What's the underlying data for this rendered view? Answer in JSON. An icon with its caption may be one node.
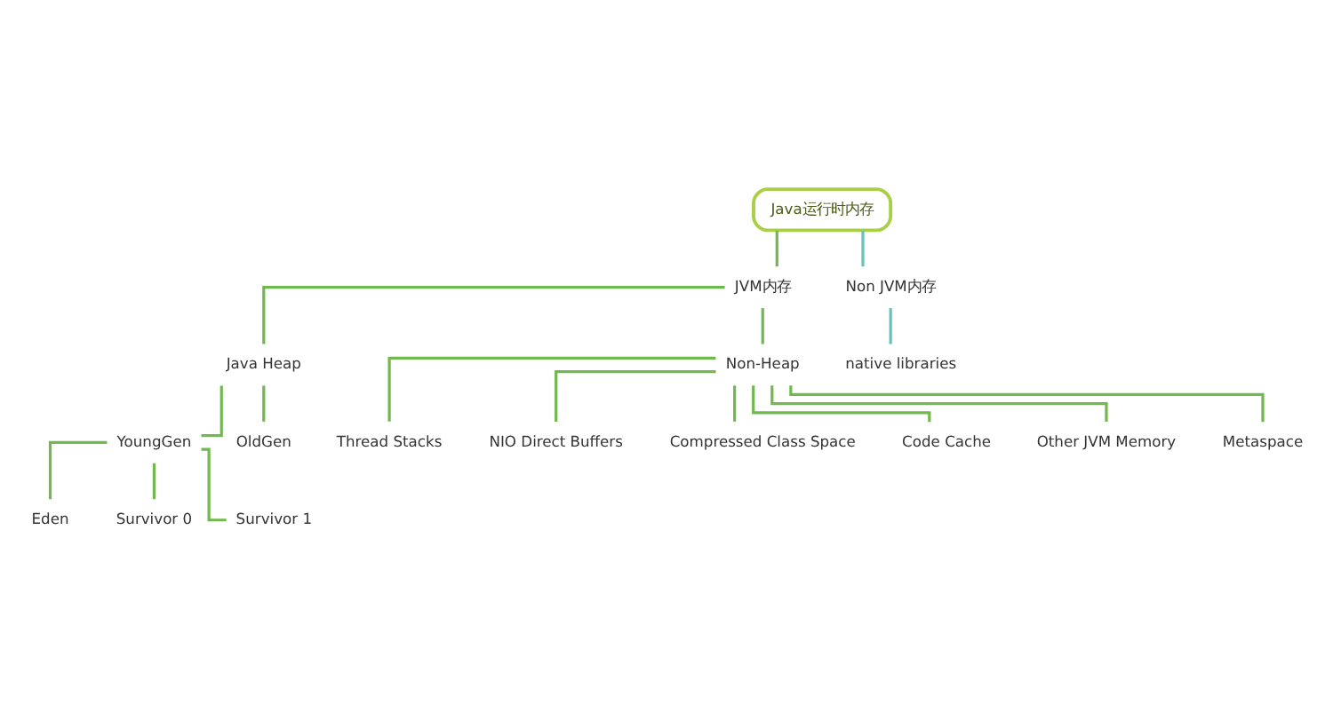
{
  "diagram": {
    "nodes": [
      {
        "text": [
          "Java运行时内存"
        ]
      },
      {
        "text": [
          "JVM内存"
        ]
      },
      {
        "text": [
          "Non JVM内存"
        ]
      },
      {
        "text": [
          "Java Heap"
        ]
      },
      {
        "text": [
          "Non-Heap"
        ]
      },
      {
        "text": [
          "native libraries"
        ]
      },
      {
        "text": [
          "YoungGen"
        ]
      },
      {
        "text": [
          "OldGen"
        ]
      },
      {
        "text": [
          "Thread Stacks"
        ]
      },
      {
        "text": [
          "NIO Direct Buffers"
        ]
      },
      {
        "text": [
          "Compressed Class Space"
        ]
      },
      {
        "text": [
          "Code Cache"
        ]
      },
      {
        "text": [
          "Other JVM Memory"
        ]
      },
      {
        "text": [
          "Metaspace"
        ]
      },
      {
        "text": [
          "Eden"
        ]
      },
      {
        "text": [
          "Survivor 0"
        ]
      },
      {
        "text": [
          "Survivor 1"
        ]
      }
    ],
    "edges": [
      {
        "from": 0,
        "to": 1,
        "arrow": "none"
      },
      {
        "from": 0,
        "to": 2,
        "arrow": "none",
        "color": "#66c2bc"
      },
      {
        "from": 1,
        "to": 3,
        "arrow": "none"
      },
      {
        "from": 1,
        "to": 4,
        "arrow": "none"
      },
      {
        "from": 2,
        "to": 5,
        "arrow": "none",
        "color": "#66c2bc"
      },
      {
        "from": 3,
        "to": 6,
        "arrow": "none"
      },
      {
        "from": 3,
        "to": 7,
        "arrow": "none"
      },
      {
        "from": 4,
        "to": 8,
        "arrow": "none"
      },
      {
        "from": 4,
        "to": 9,
        "arrow": "none"
      },
      {
        "from": 4,
        "to": 10,
        "arrow": "none"
      },
      {
        "from": 4,
        "to": 11,
        "arrow": "none"
      },
      {
        "from": 4,
        "to": 12,
        "arrow": "none"
      },
      {
        "from": 4,
        "to": 13,
        "arrow": "none"
      },
      {
        "from": 6,
        "to": 14,
        "arrow": "none"
      },
      {
        "from": 6,
        "to": 15,
        "arrow": "none"
      },
      {
        "from": 6,
        "to": 16,
        "arrow": "none"
      }
    ]
  }
}
